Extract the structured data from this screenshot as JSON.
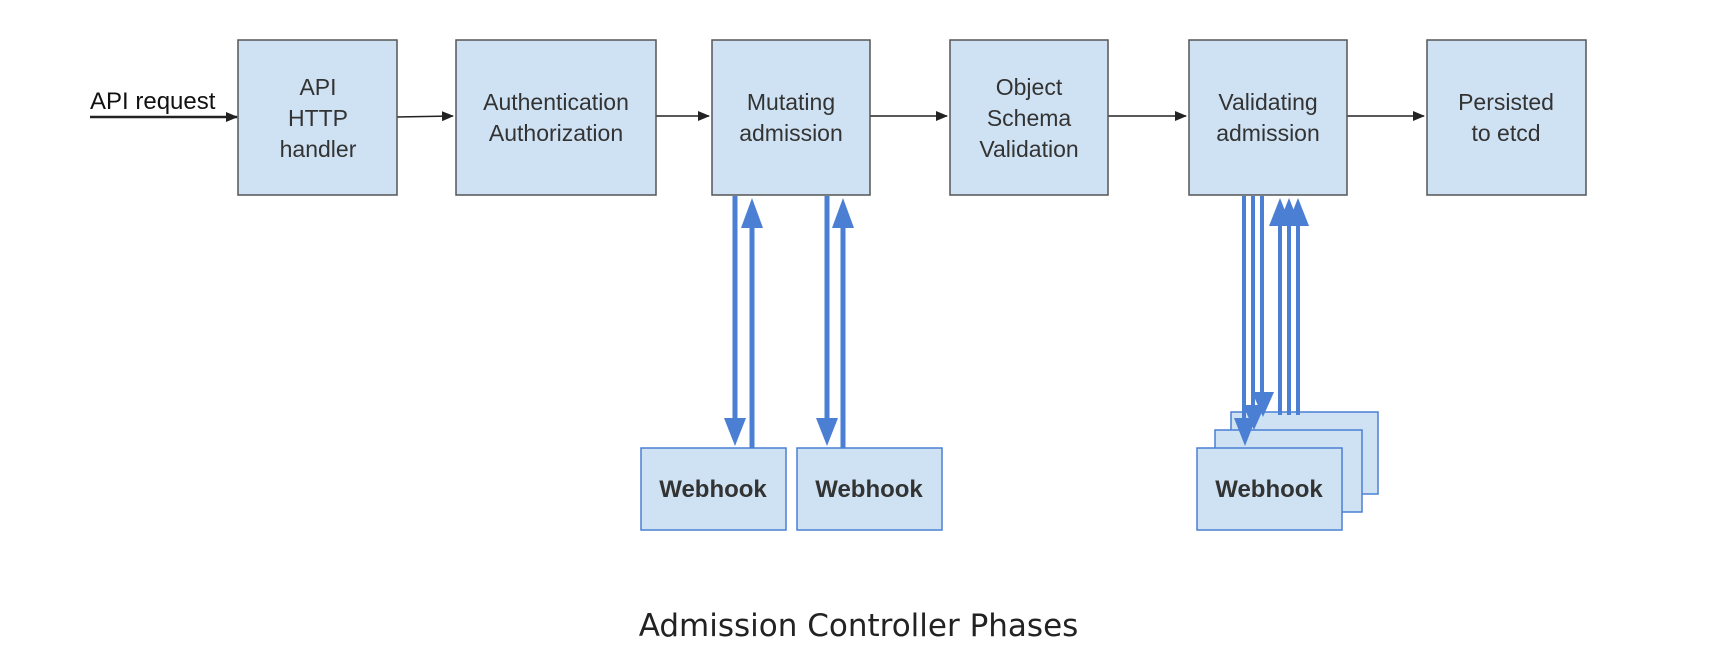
{
  "request_label": "API request",
  "stages": [
    {
      "lines": [
        "API",
        "HTTP",
        "handler"
      ]
    },
    {
      "lines": [
        "Authentication",
        "Authorization"
      ]
    },
    {
      "lines": [
        "Mutating",
        "admission"
      ]
    },
    {
      "lines": [
        "Object",
        "Schema",
        "Validation"
      ]
    },
    {
      "lines": [
        "Validating",
        "admission"
      ]
    },
    {
      "lines": [
        "Persisted",
        "to etcd"
      ]
    }
  ],
  "webhook_label": "Webhook",
  "caption": "Admission Controller Phases",
  "colors": {
    "box_fill": "#cfe2f3",
    "box_stroke": "#555555",
    "arrow": "#4a7fd4",
    "flow_arrow": "#333333"
  }
}
